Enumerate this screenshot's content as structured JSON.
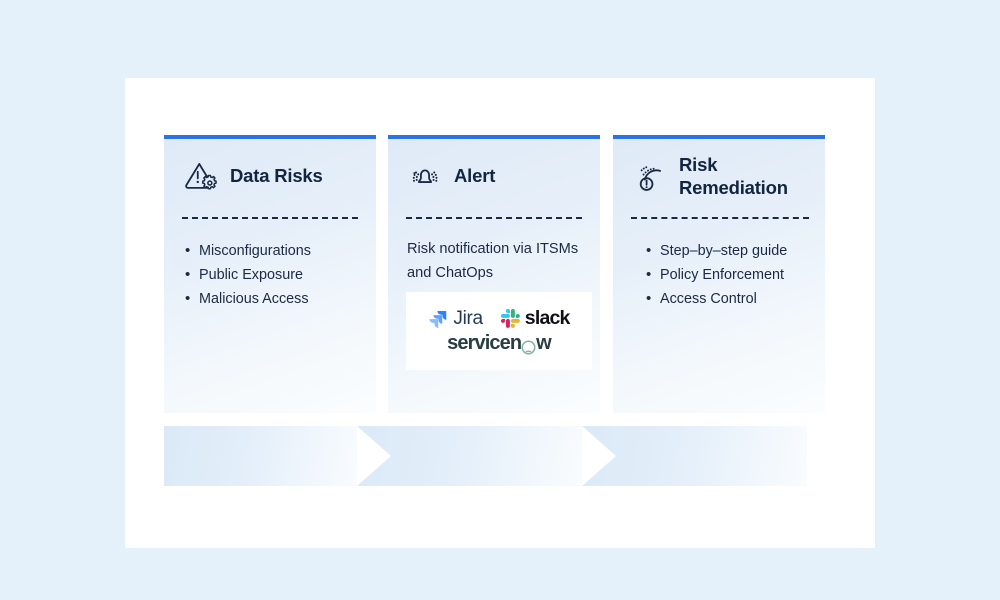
{
  "page": {
    "background_color": "#e4f0fa",
    "panel_color": "#ffffff",
    "accent_color": "#2a72e5",
    "text_color": "#1b2a43"
  },
  "cards": [
    {
      "id": "data-risks",
      "title": "Data Risks",
      "icon": "warning-triangle-gear-icon",
      "bullets": [
        "Misconfigurations",
        "Public Exposure",
        "Malicious Access"
      ]
    },
    {
      "id": "alert",
      "title": "Alert",
      "icon": "bell-ringing-icon",
      "body": "Risk notification via ITSMs and ChatOps",
      "logos": {
        "jira": "Jira",
        "slack": "slack",
        "servicenow_before": "servicen",
        "servicenow_after": "w"
      }
    },
    {
      "id": "risk-remediation",
      "title": "Risk\nRemediation",
      "icon": "signal-alert-icon",
      "bullets": [
        "Step–by–step guide",
        "Policy Enforcement",
        "Access Control"
      ]
    }
  ]
}
